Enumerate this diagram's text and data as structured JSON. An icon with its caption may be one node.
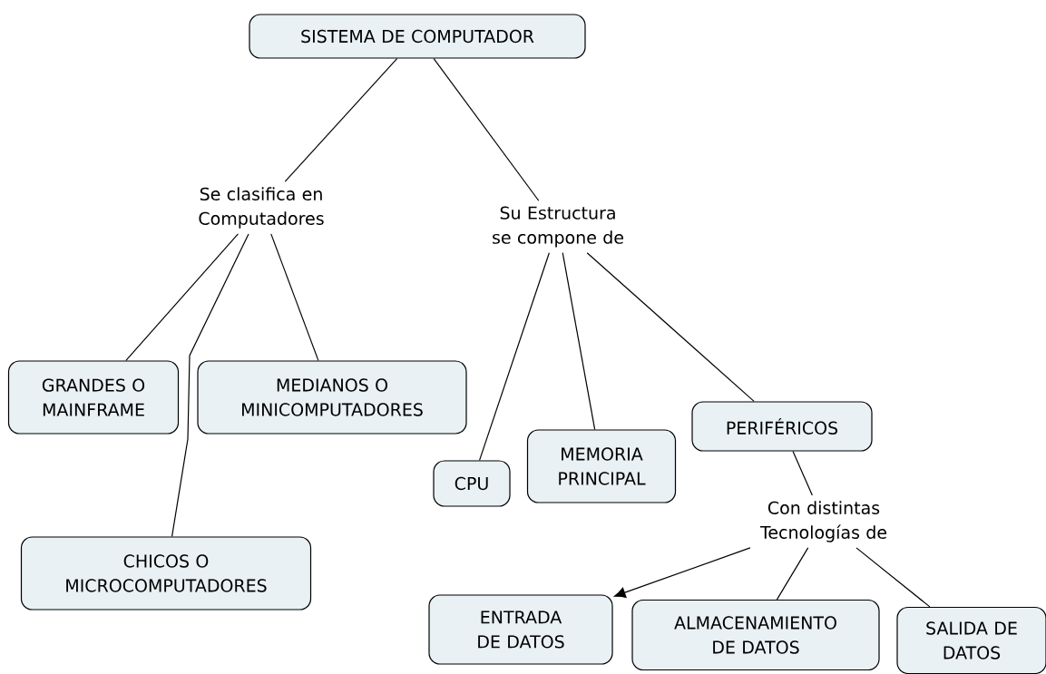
{
  "diagram": {
    "nodes": [
      {
        "text": [
          "SISTEMA DE COMPUTADOR"
        ]
      },
      {
        "text": [
          "Se clasifica en Computadores"
        ]
      },
      {
        "text": [
          "Su Estructura se compone de"
        ]
      },
      {
        "text": [
          "GRANDES O MAINFRAME"
        ]
      },
      {
        "text": [
          "MEDIANOS O MINICOMPUTADORES"
        ]
      },
      {
        "text": [
          "CHICOS O MICROCOMPUTADORES"
        ]
      },
      {
        "text": [
          "CPU"
        ]
      },
      {
        "text": [
          "MEMORIA PRINCIPAL"
        ]
      },
      {
        "text": [
          "PERIFÉRICOS"
        ]
      },
      {
        "text": [
          "Con distintas Tecnologías de"
        ]
      },
      {
        "text": [
          "ENTRADA DE DATOS"
        ]
      },
      {
        "text": [
          "ALMACENAMIENTO DE DATOS"
        ]
      },
      {
        "text": [
          "SALIDA DE DATOS"
        ]
      }
    ],
    "edges": [
      {
        "from": 0,
        "to": 1,
        "arrow": "none"
      },
      {
        "from": 0,
        "to": 2,
        "arrow": "none"
      },
      {
        "from": 1,
        "to": 3,
        "arrow": "none"
      },
      {
        "from": 1,
        "to": 5,
        "arrow": "none"
      },
      {
        "from": 1,
        "to": 4,
        "arrow": "none"
      },
      {
        "from": 2,
        "to": 6,
        "arrow": "none"
      },
      {
        "from": 2,
        "to": 7,
        "arrow": "none"
      },
      {
        "from": 2,
        "to": 8,
        "arrow": "none"
      },
      {
        "from": 8,
        "to": 9,
        "arrow": "none"
      },
      {
        "from": 9,
        "to": 10,
        "arrow": "to"
      },
      {
        "from": 9,
        "to": 11,
        "arrow": "none"
      },
      {
        "from": 9,
        "to": 12,
        "arrow": "none"
      }
    ]
  }
}
